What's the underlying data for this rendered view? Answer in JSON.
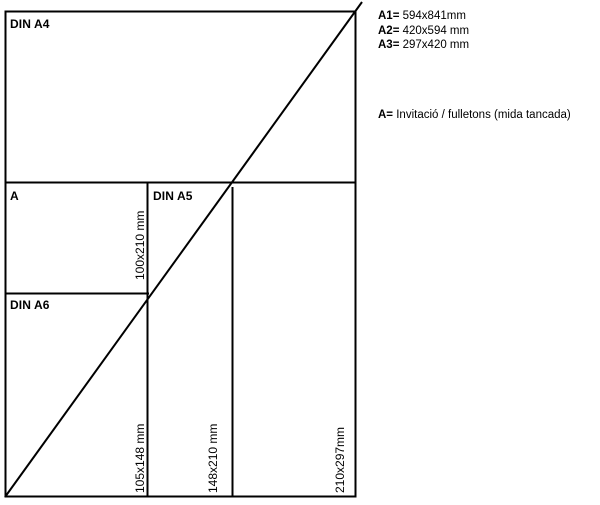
{
  "diagram": {
    "title": "DIN paper format subdivision diagram",
    "stroke_color": "#000000",
    "background_color": "#ffffff",
    "boxes": [
      {
        "id": "din-a4",
        "label": "DIN A4"
      },
      {
        "id": "a",
        "label": "A"
      },
      {
        "id": "din-a5",
        "label": "DIN A5"
      },
      {
        "id": "din-a6",
        "label": "DIN A6"
      }
    ],
    "dimension_labels": [
      {
        "id": "d-100x210",
        "text": "100x210 mm"
      },
      {
        "id": "d-105x148",
        "text": "105x148 mm"
      },
      {
        "id": "d-148x210",
        "text": "148x210 mm"
      },
      {
        "id": "d-210x297",
        "text": "210x297mm"
      }
    ]
  },
  "legend": {
    "sizes": [
      {
        "key": "A1=",
        "value": " 594x841mm"
      },
      {
        "key": "A2=",
        "value": " 420x594 mm"
      },
      {
        "key": "A3=",
        "value": " 297x420 mm"
      }
    ],
    "note": {
      "key": "A=",
      "value": " Invitació / fulletons (mida tancada)"
    }
  }
}
